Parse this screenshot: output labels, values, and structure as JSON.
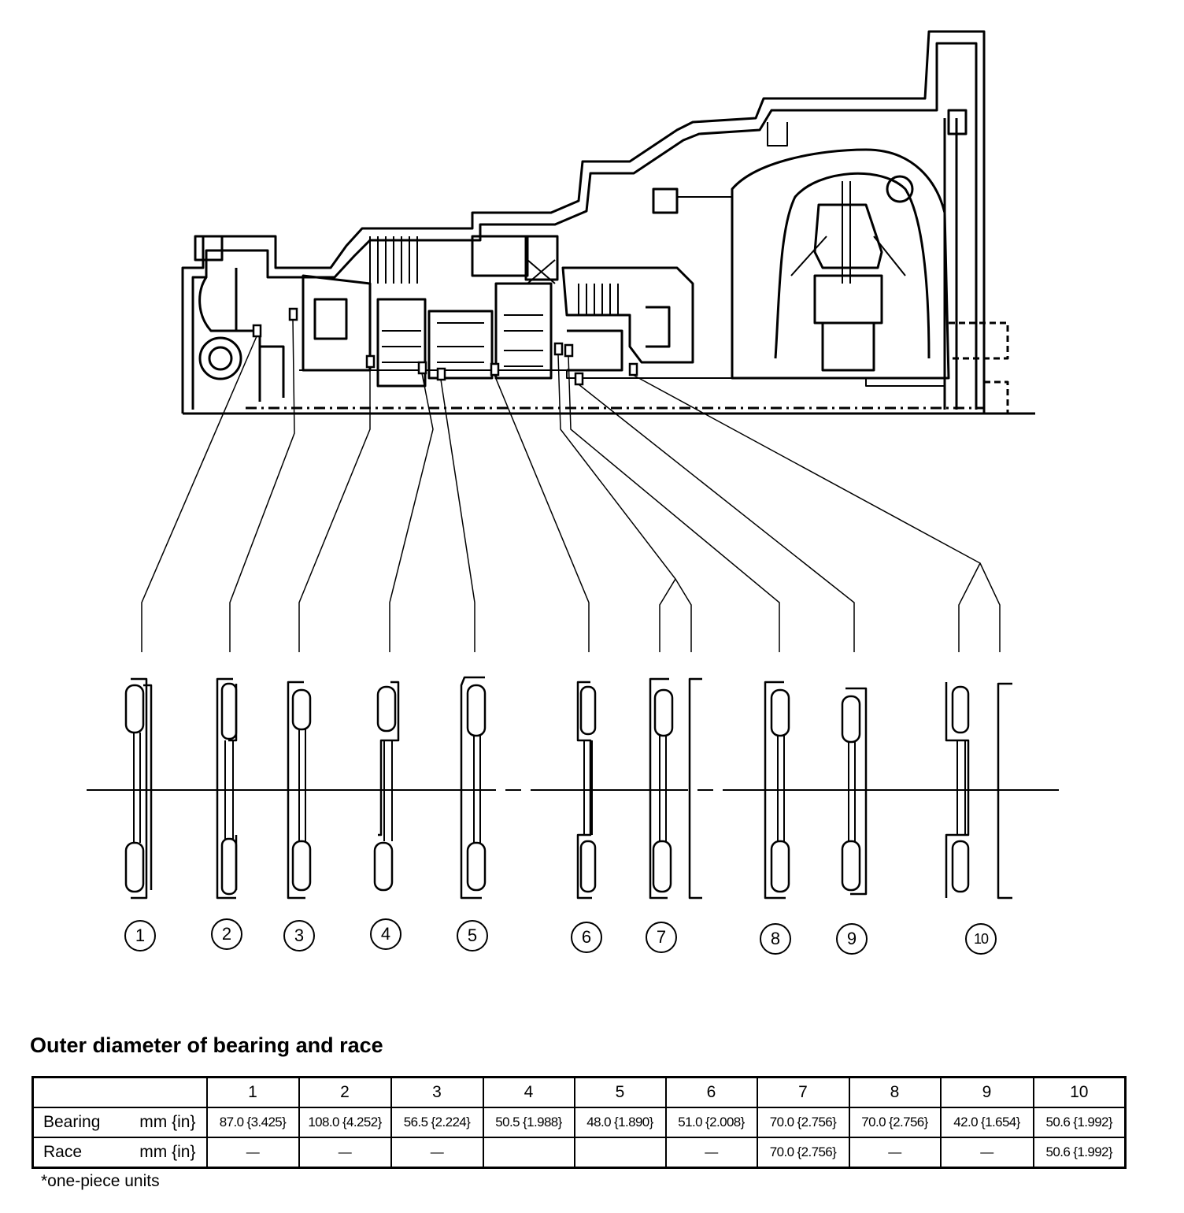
{
  "callouts": [
    {
      "label": "1"
    },
    {
      "label": "2"
    },
    {
      "label": "3"
    },
    {
      "label": "4"
    },
    {
      "label": "5"
    },
    {
      "label": "6"
    },
    {
      "label": "7"
    },
    {
      "label": "8"
    },
    {
      "label": "9"
    },
    {
      "label": "10"
    }
  ],
  "table": {
    "title": "Outer diameter of bearing and race",
    "columns": [
      "1",
      "2",
      "3",
      "4",
      "5",
      "6",
      "7",
      "8",
      "9",
      "10"
    ],
    "rows": [
      {
        "label": "Bearing",
        "unit": "mm {in}",
        "values": [
          "87.0 {3.425}",
          "108.0 {4.252}",
          "56.5 {2.224}",
          "50.5 {1.988}",
          "48.0 {1.890}",
          "51.0 {2.008}",
          "70.0 {2.756}",
          "70.0 {2.756}",
          "42.0 {1.654}",
          "50.6 {1.992}"
        ]
      },
      {
        "label": "Race",
        "unit": "mm {in}",
        "values": [
          "—",
          "—",
          "—",
          "",
          "",
          "—",
          "70.0 {2.756}",
          "—",
          "—",
          "50.6 {1.992}"
        ]
      }
    ]
  },
  "footnote": "*one-piece units"
}
